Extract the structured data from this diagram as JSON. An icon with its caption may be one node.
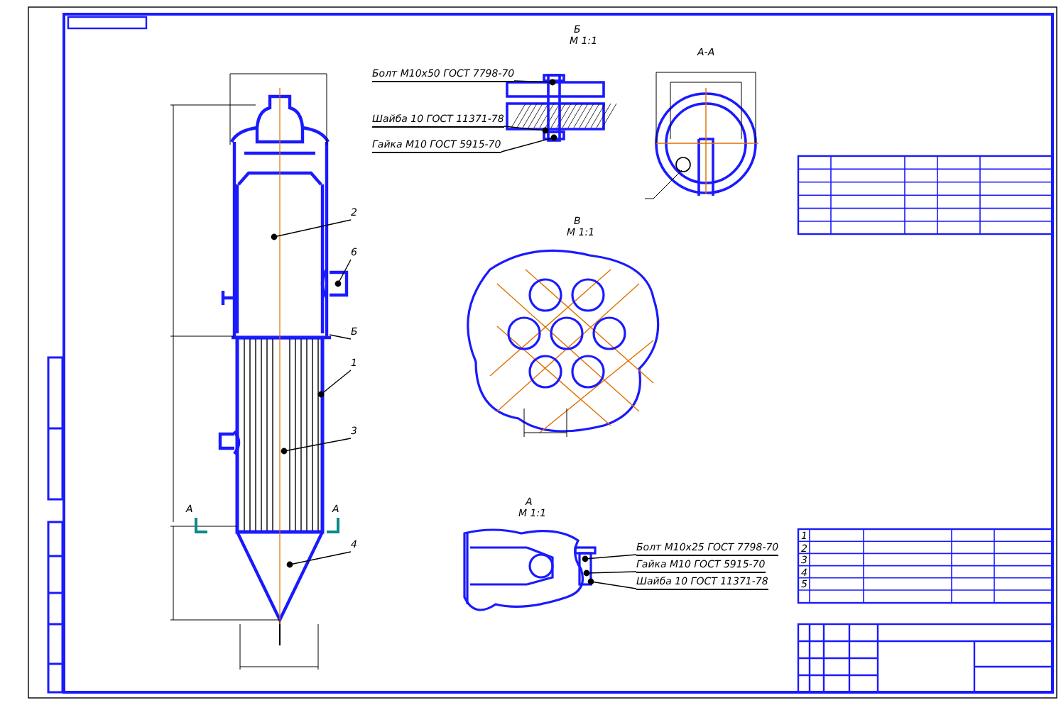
{
  "diagram": {
    "nodes": [
      {
        "text": [
          "2"
        ]
      },
      {
        "text": [
          "6"
        ]
      },
      {
        "text": [
          "Б"
        ]
      },
      {
        "text": [
          "1"
        ]
      },
      {
        "text": [
          "3"
        ]
      },
      {
        "text": [
          "4"
        ]
      },
      {
        "text": [
          "Болт М10х50 ГОСТ 7798-70"
        ]
      },
      {
        "text": [
          "Шайба 10 ГОСТ 11371-78"
        ]
      },
      {
        "text": [
          "Гайка М10 ГОСТ 5915-70"
        ]
      },
      {
        "text": [
          "Болт М10х25 ГОСТ 7798-70"
        ]
      },
      {
        "text": [
          "Гайка М10 ГОСТ 5915-70"
        ]
      },
      {
        "text": [
          "Шайба 10 ГОСТ 11371-78"
        ]
      }
    ],
    "edges": [
      {
        "from": 0,
        "to": null,
        "arrow": "other"
      },
      {
        "from": 1,
        "to": null,
        "arrow": "other"
      },
      {
        "from": 2,
        "to": null,
        "arrow": "none"
      },
      {
        "from": 3,
        "to": null,
        "arrow": "other"
      },
      {
        "from": 4,
        "to": null,
        "arrow": "other"
      },
      {
        "from": 5,
        "to": null,
        "arrow": "other"
      },
      {
        "from": 6,
        "to": null,
        "arrow": "other"
      },
      {
        "from": 7,
        "to": null,
        "arrow": "other"
      },
      {
        "from": 8,
        "to": null,
        "arrow": "other"
      },
      {
        "from": 9,
        "to": null,
        "arrow": "other"
      },
      {
        "from": 10,
        "to": null,
        "arrow": "other"
      },
      {
        "from": 11,
        "to": null,
        "arrow": "other"
      }
    ],
    "labels": [
      "Б",
      "М 1:1",
      "А-А",
      "В",
      "М 1:1",
      "А",
      "А",
      "А",
      "М 1:1",
      "1",
      "2",
      "3",
      "4",
      "5"
    ]
  }
}
